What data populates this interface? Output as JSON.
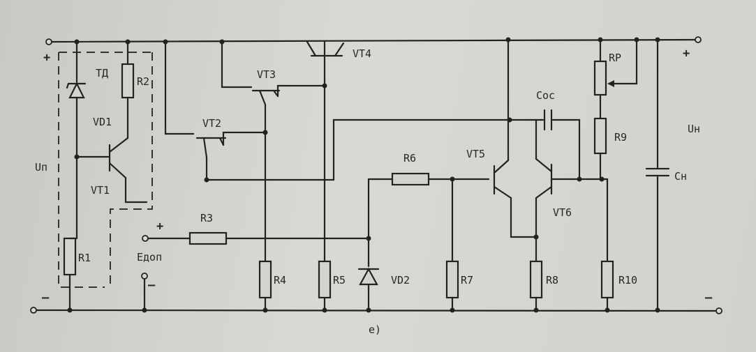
{
  "labels": {
    "td": "ТД",
    "r2": "R2",
    "vd1": "VD1",
    "un": "Uп",
    "vt1": "VT1",
    "r1": "R1",
    "vt2": "VT2",
    "vt3": "VT3",
    "vt4": "VT4",
    "r3": "R3",
    "edop": "Едоп",
    "r4": "R4",
    "r5": "R5",
    "vd2": "VD2",
    "r6": "R6",
    "r7": "R7",
    "vt5": "VT5",
    "vt6": "VT6",
    "coc": "Сос",
    "r8": "R8",
    "rp": "RP",
    "r9": "R9",
    "r10": "R10",
    "uh": "Uн",
    "ch": "Сн",
    "caption": "е)"
  },
  "signs": {
    "plus": "+",
    "minus": "–"
  }
}
